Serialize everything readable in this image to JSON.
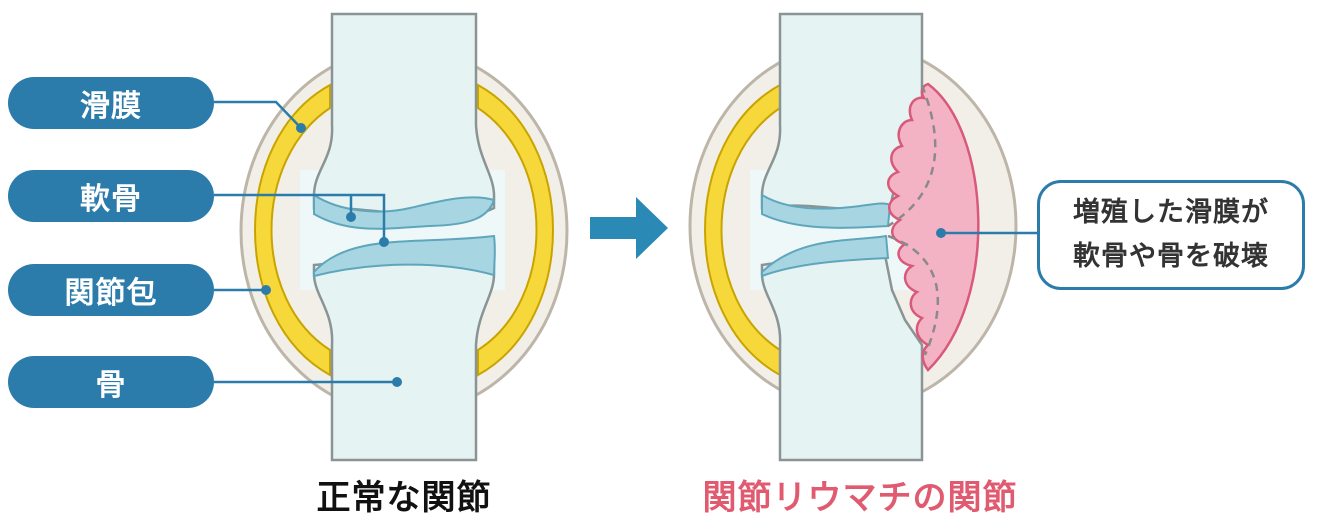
{
  "labels": {
    "synovium": "滑膜",
    "cartilage": "軟骨",
    "joint_capsule": "関節包",
    "bone": "骨"
  },
  "callout": {
    "line1": "増殖した滑膜が",
    "line2": "軟骨や骨を破壊"
  },
  "captions": {
    "normal": "正常な関節",
    "ra": "関節リウマチの関節"
  },
  "colors": {
    "label_fill": "#2c7cab",
    "capsule_fill": "#f2efe9",
    "capsule_stroke": "#bdb6a8",
    "synovium_yellow": "#f6d83a",
    "bone_fill": "#e5f3f3",
    "cartilage_fill": "#a7d6e2",
    "inflamed_synovium": "#f4b3c4",
    "ra_caption": "#e05a70",
    "arrow": "#2a89b5"
  }
}
